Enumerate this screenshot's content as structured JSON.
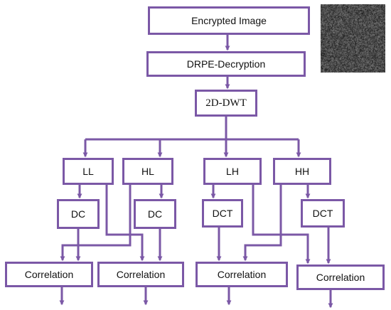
{
  "colors": {
    "stroke": "#7b58a6",
    "noise_dark": "#2a2a2a",
    "noise_light": "#7a7a7a"
  },
  "nodes": {
    "encrypted_image": "Encrypted Image",
    "drpe": "DRPE-Decryption",
    "dwt": "2D-DWT",
    "ll": "LL",
    "hl": "HL",
    "lh": "LH",
    "hh": "HH",
    "dc_1": "DC",
    "dc_2": "DC",
    "dct_1": "DCT",
    "dct_2": "DCT",
    "correlation_1": "Correlation",
    "correlation_2": "Correlation",
    "correlation_3": "Correlation",
    "correlation_4": "Correlation"
  },
  "images": {
    "encrypted_noise": "noise-image"
  }
}
